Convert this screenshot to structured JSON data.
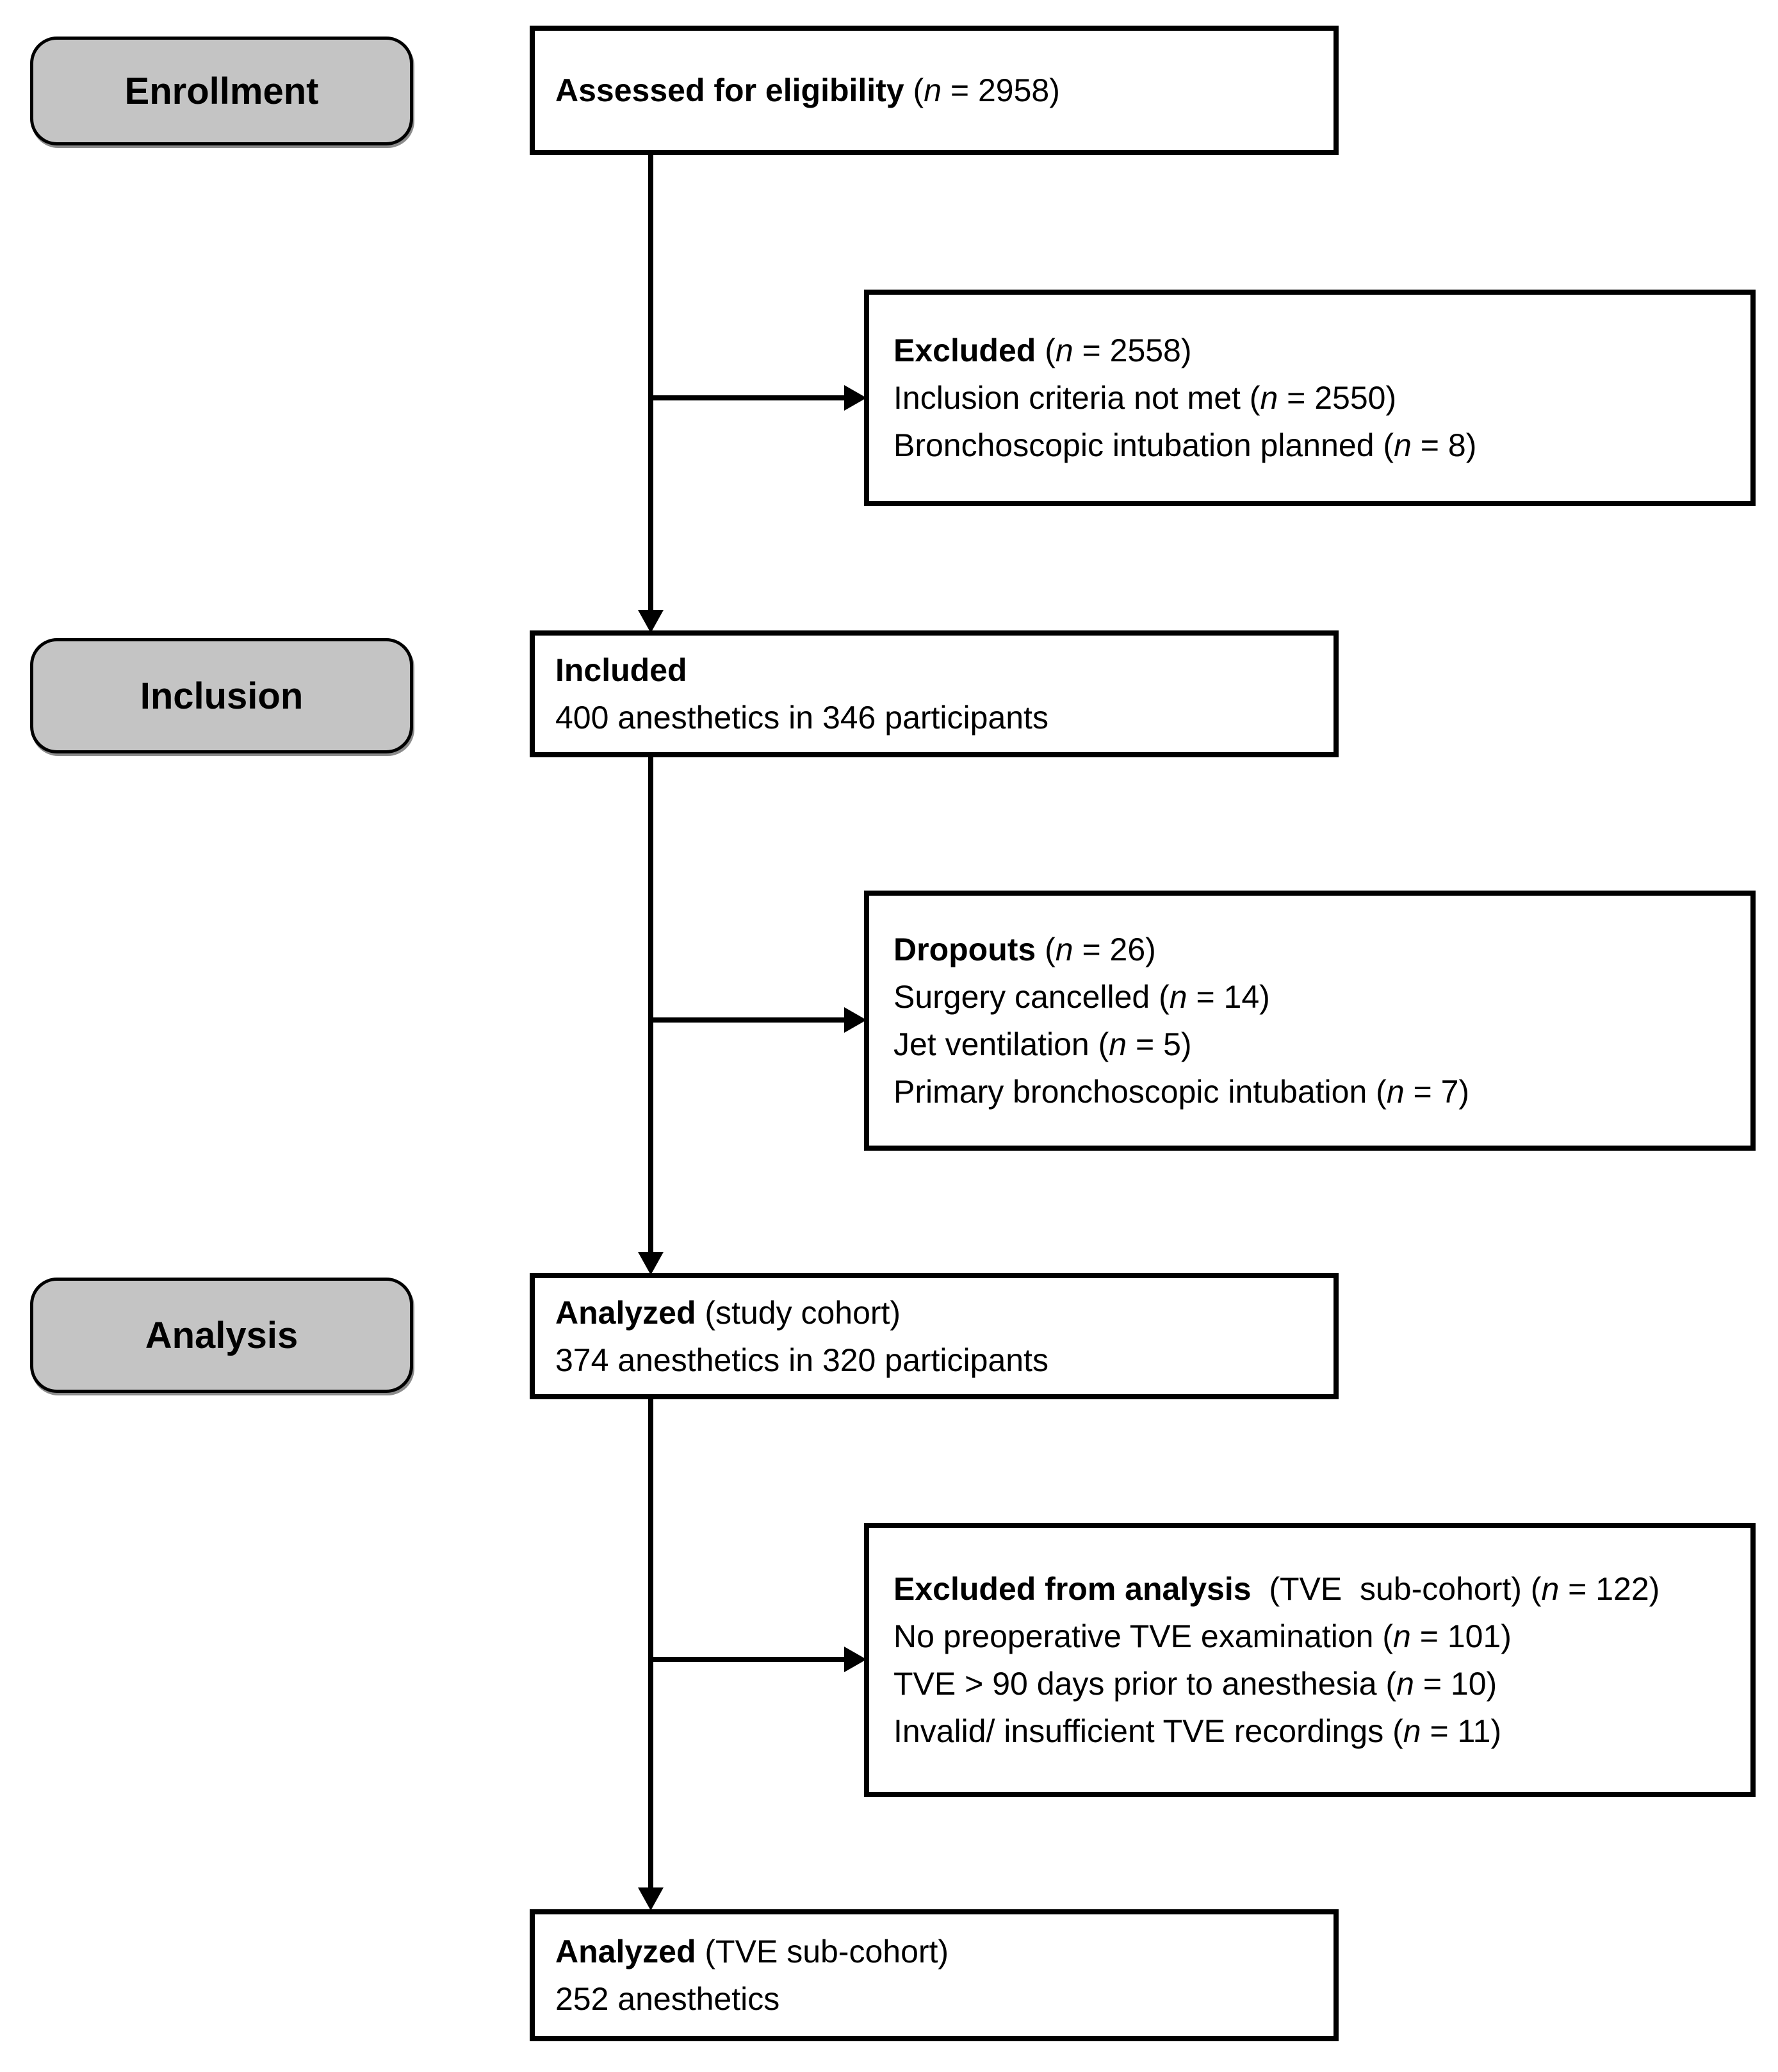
{
  "colors": {
    "background": "#ffffff",
    "box_border": "#000000",
    "stage_fill": "#c4c4c4",
    "text": "#000000"
  },
  "stages": [
    {
      "label": "Enrollment"
    },
    {
      "label": "Inclusion"
    },
    {
      "label": "Analysis"
    }
  ],
  "boxes": {
    "assessed": {
      "lines": [
        [
          {
            "t": "Assessed for eligibility ",
            "b": true
          },
          {
            "t": "("
          },
          {
            "t": "n",
            "i": true
          },
          {
            "t": " = 2958)"
          }
        ]
      ]
    },
    "excluded": {
      "lines": [
        [
          {
            "t": "Excluded ",
            "b": true
          },
          {
            "t": "("
          },
          {
            "t": "n",
            "i": true
          },
          {
            "t": " = 2558)"
          }
        ],
        [
          {
            "t": "Inclusion criteria not met ("
          },
          {
            "t": "n",
            "i": true
          },
          {
            "t": " = 2550)"
          }
        ],
        [
          {
            "t": "Bronchoscopic intubation planned ("
          },
          {
            "t": "n",
            "i": true
          },
          {
            "t": " = 8)"
          }
        ]
      ]
    },
    "included": {
      "lines": [
        [
          {
            "t": "Included",
            "b": true
          }
        ],
        [
          {
            "t": "400 anesthetics in 346 participants"
          }
        ]
      ]
    },
    "dropouts": {
      "lines": [
        [
          {
            "t": "Dropouts ",
            "b": true
          },
          {
            "t": "("
          },
          {
            "t": "n",
            "i": true
          },
          {
            "t": " = 26)"
          }
        ],
        [
          {
            "t": "Surgery cancelled ("
          },
          {
            "t": "n",
            "i": true
          },
          {
            "t": " = 14)"
          }
        ],
        [
          {
            "t": "Jet ventilation ("
          },
          {
            "t": "n",
            "i": true
          },
          {
            "t": " = 5)"
          }
        ],
        [
          {
            "t": "Primary bronchoscopic intubation ("
          },
          {
            "t": "n",
            "i": true
          },
          {
            "t": " = 7)"
          }
        ]
      ]
    },
    "analyzed_study": {
      "lines": [
        [
          {
            "t": "Analyzed ",
            "b": true
          },
          {
            "t": "(study cohort)"
          }
        ],
        [
          {
            "t": "374 anesthetics in 320 participants"
          }
        ]
      ]
    },
    "excluded_analysis": {
      "lines": [
        [
          {
            "t": "Excluded from analysis ",
            "b": true
          },
          {
            "t": " (TVE  sub-cohort) ("
          },
          {
            "t": "n",
            "i": true
          },
          {
            "t": " = 122)"
          }
        ],
        [
          {
            "t": "No preoperative TVE examination ("
          },
          {
            "t": "n",
            "i": true
          },
          {
            "t": " = 101)"
          }
        ],
        [
          {
            "t": "TVE > 90 days prior to anesthesia ("
          },
          {
            "t": "n",
            "i": true
          },
          {
            "t": " = 10)"
          }
        ],
        [
          {
            "t": "Invalid/ insufficient TVE recordings ("
          },
          {
            "t": "n",
            "i": true
          },
          {
            "t": " = 11)"
          }
        ]
      ]
    },
    "analyzed_tve": {
      "lines": [
        [
          {
            "t": "Analyzed ",
            "b": true
          },
          {
            "t": "(TVE sub-cohort)"
          }
        ],
        [
          {
            "t": "252 anesthetics"
          }
        ]
      ]
    }
  }
}
